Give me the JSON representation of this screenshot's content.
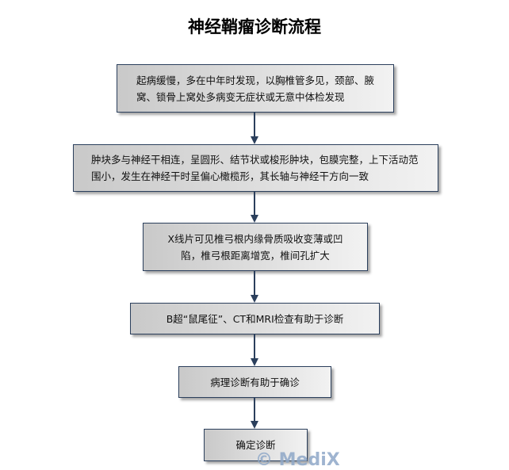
{
  "title": "神经鞘瘤诊断流程",
  "steps": [
    {
      "text": "起病缓慢，多在中年时发现，以胸椎管多见，颈部、腋窝、锁骨上窝处多病变无症状或无意中体检发现"
    },
    {
      "text": "肿块多与神经干相连，呈圆形、结节状或梭形肿块，包膜完整，上下活动范围小，发生在神经干时呈偏心橄榄形，其长轴与神经干方向一致"
    },
    {
      "text": "X线片可见椎弓根内缘骨质吸收变薄或凹陷，椎弓根距离增宽，椎间孔扩大"
    },
    {
      "text": "B超“鼠尾征”、CT和MRI检查有助于诊断"
    },
    {
      "text": "病理诊断有助于确诊"
    },
    {
      "text": "确定诊断"
    }
  ],
  "watermark": "© MediX"
}
